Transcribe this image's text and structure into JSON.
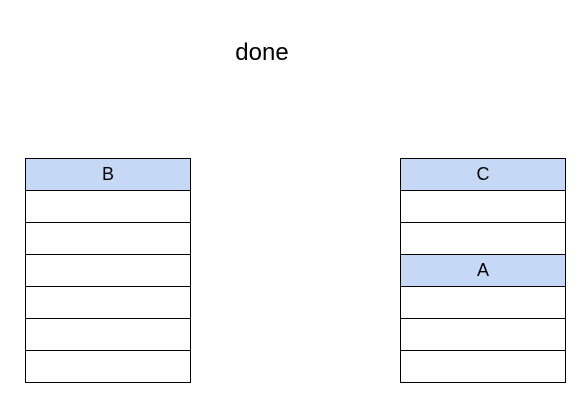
{
  "status_text": "done",
  "colors": {
    "filled_slot": "#c5d9f7",
    "empty_slot": "#ffffff",
    "border": "#000000"
  },
  "left_column": {
    "slots": [
      "B",
      "",
      "",
      "",
      "",
      "",
      ""
    ]
  },
  "right_column": {
    "slots": [
      "C",
      "",
      "",
      "A",
      "",
      "",
      ""
    ]
  }
}
